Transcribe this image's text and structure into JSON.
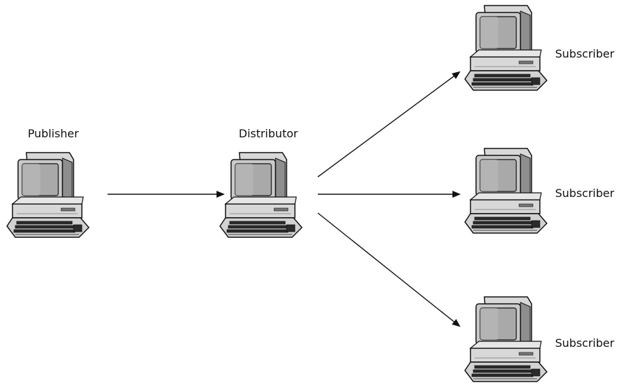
{
  "nodes": {
    "publisher": {
      "label": "Publisher",
      "icon": "desktop-computer-icon"
    },
    "distributor": {
      "label": "Distributor",
      "icon": "desktop-computer-icon"
    },
    "subscriber_1": {
      "label": "Subscriber",
      "icon": "desktop-computer-icon"
    },
    "subscriber_2": {
      "label": "Subscriber",
      "icon": "desktop-computer-icon"
    },
    "subscriber_3": {
      "label": "Subscriber",
      "icon": "desktop-computer-icon"
    }
  },
  "edges": [
    {
      "from": "publisher",
      "to": "distributor"
    },
    {
      "from": "distributor",
      "to": "subscriber_1"
    },
    {
      "from": "distributor",
      "to": "subscriber_2"
    },
    {
      "from": "distributor",
      "to": "subscriber_3"
    }
  ],
  "colors": {
    "line": "#111111",
    "screen": "#a9a9a9",
    "body": "#d8d8d8",
    "outline": "#111111"
  }
}
